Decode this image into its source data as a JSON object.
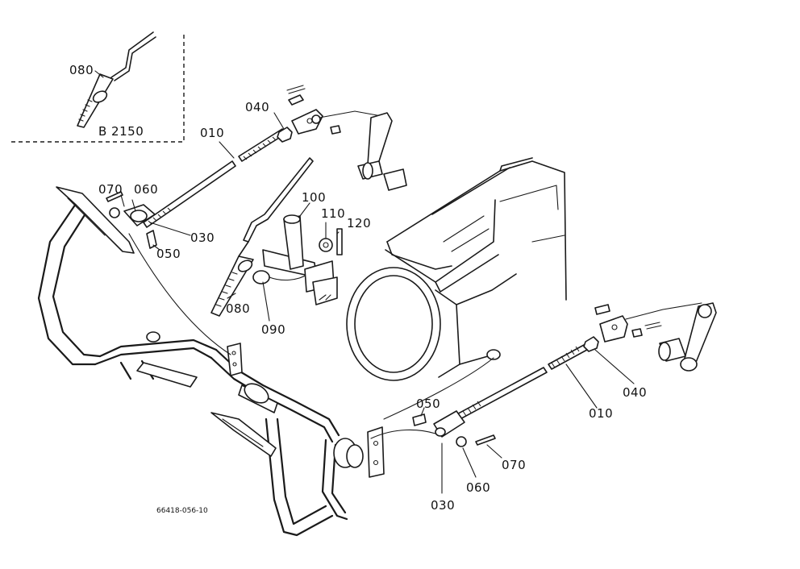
{
  "inset": {
    "part": "080",
    "model": "B 2150"
  },
  "callouts": {
    "rod_upper": "010",
    "nut_upper": "040",
    "pin_upper": "070",
    "washer_upper": "060",
    "joint_upper": "030",
    "clevis_pin_upper": "050",
    "pin_100": "100",
    "washer_110": "110",
    "pin_120": "120",
    "ratchet": "080",
    "spring_090": "090",
    "pin_lower": "050",
    "rod_lower": "010",
    "nut_lower": "040",
    "joint_lower": "030",
    "washer_lower": "060",
    "cotter_lower": "070"
  },
  "figure_code": "66418-056-10"
}
